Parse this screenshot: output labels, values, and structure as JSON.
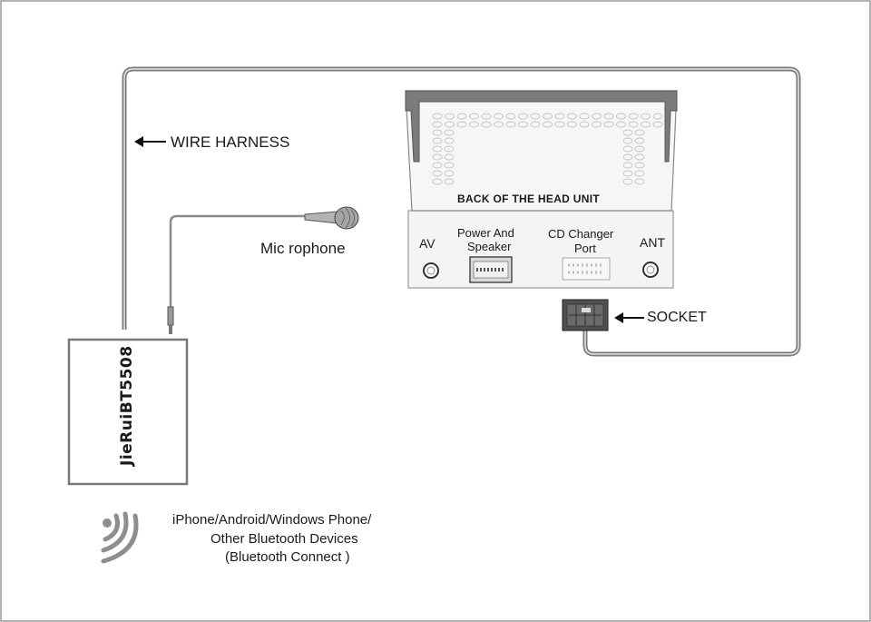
{
  "labels": {
    "wire_harness": "WIRE HARNESS",
    "microphone": "Mic rophone",
    "head_unit": "BACK OF THE HEAD UNIT",
    "av": "AV",
    "power_speaker_1": "Power And",
    "power_speaker_2": "Speaker",
    "cd_changer_1": "CD Changer",
    "cd_changer_2": "Port",
    "ant": "ANT",
    "socket": "SOCKET",
    "device_box": "JieRuiBT5508",
    "bt_line1": "iPhone/Android/Windows Phone/",
    "bt_line2": "Other Bluetooth Devices",
    "bt_line3": "(Bluetooth Connect )"
  },
  "icons": {
    "microphone": "microphone-icon",
    "bluetooth_signal": "signal-waves-icon",
    "arrow": "arrow-left-icon"
  },
  "colors": {
    "wire": "#7a7a7a",
    "head_unit_fill": "#f4f4f4",
    "head_unit_top": "#7b7b7b",
    "socket": "#555555"
  }
}
